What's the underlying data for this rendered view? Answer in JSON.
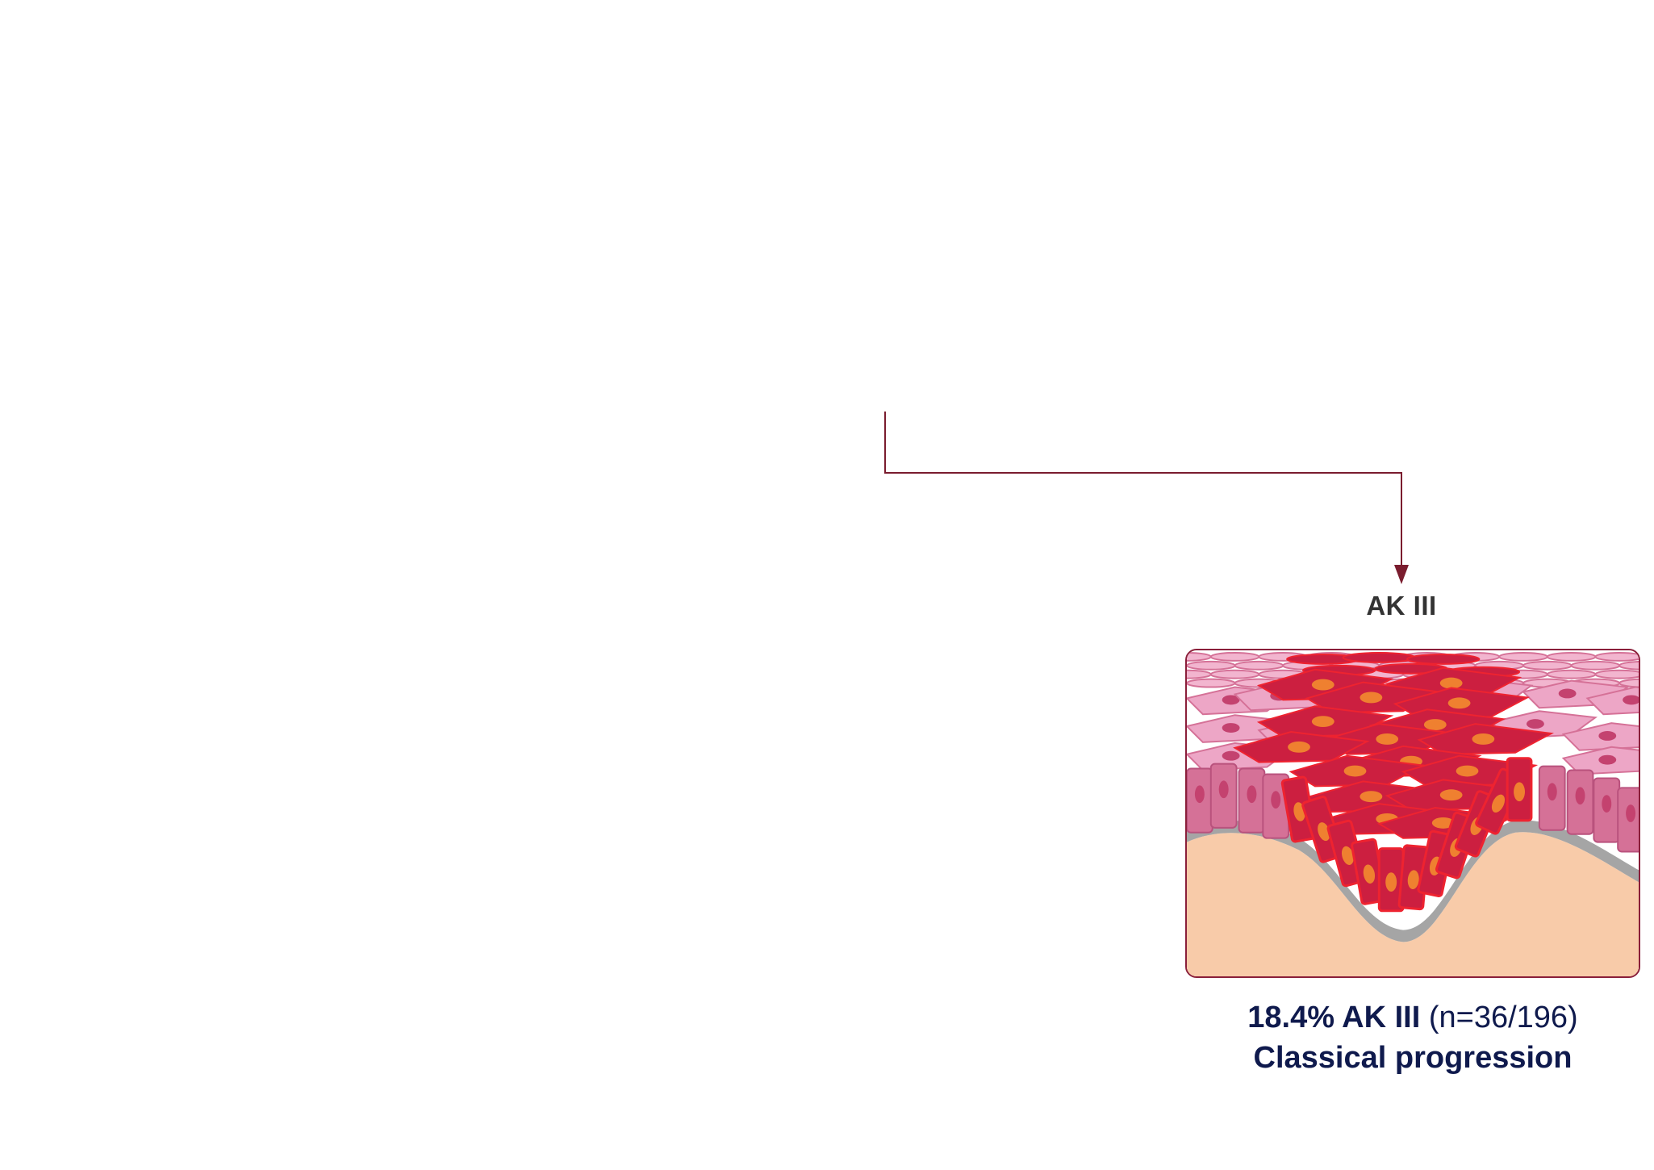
{
  "stage": {
    "label": "AK III",
    "percent_label": "18.4% AK III",
    "count_label": "(n=36/196)",
    "description": "Classical progression"
  },
  "colors": {
    "connector": "#7a1c2e",
    "caption": "#0f1a4d",
    "label": "#333333",
    "lesion_cell": "#cc1f40",
    "lesion_nucleus": "#ef8030",
    "normal_cell": "#eda6c6",
    "basal_cell": "#d57197",
    "dermis": "#f8cba9",
    "basement_membrane": "#a5a5a5"
  }
}
